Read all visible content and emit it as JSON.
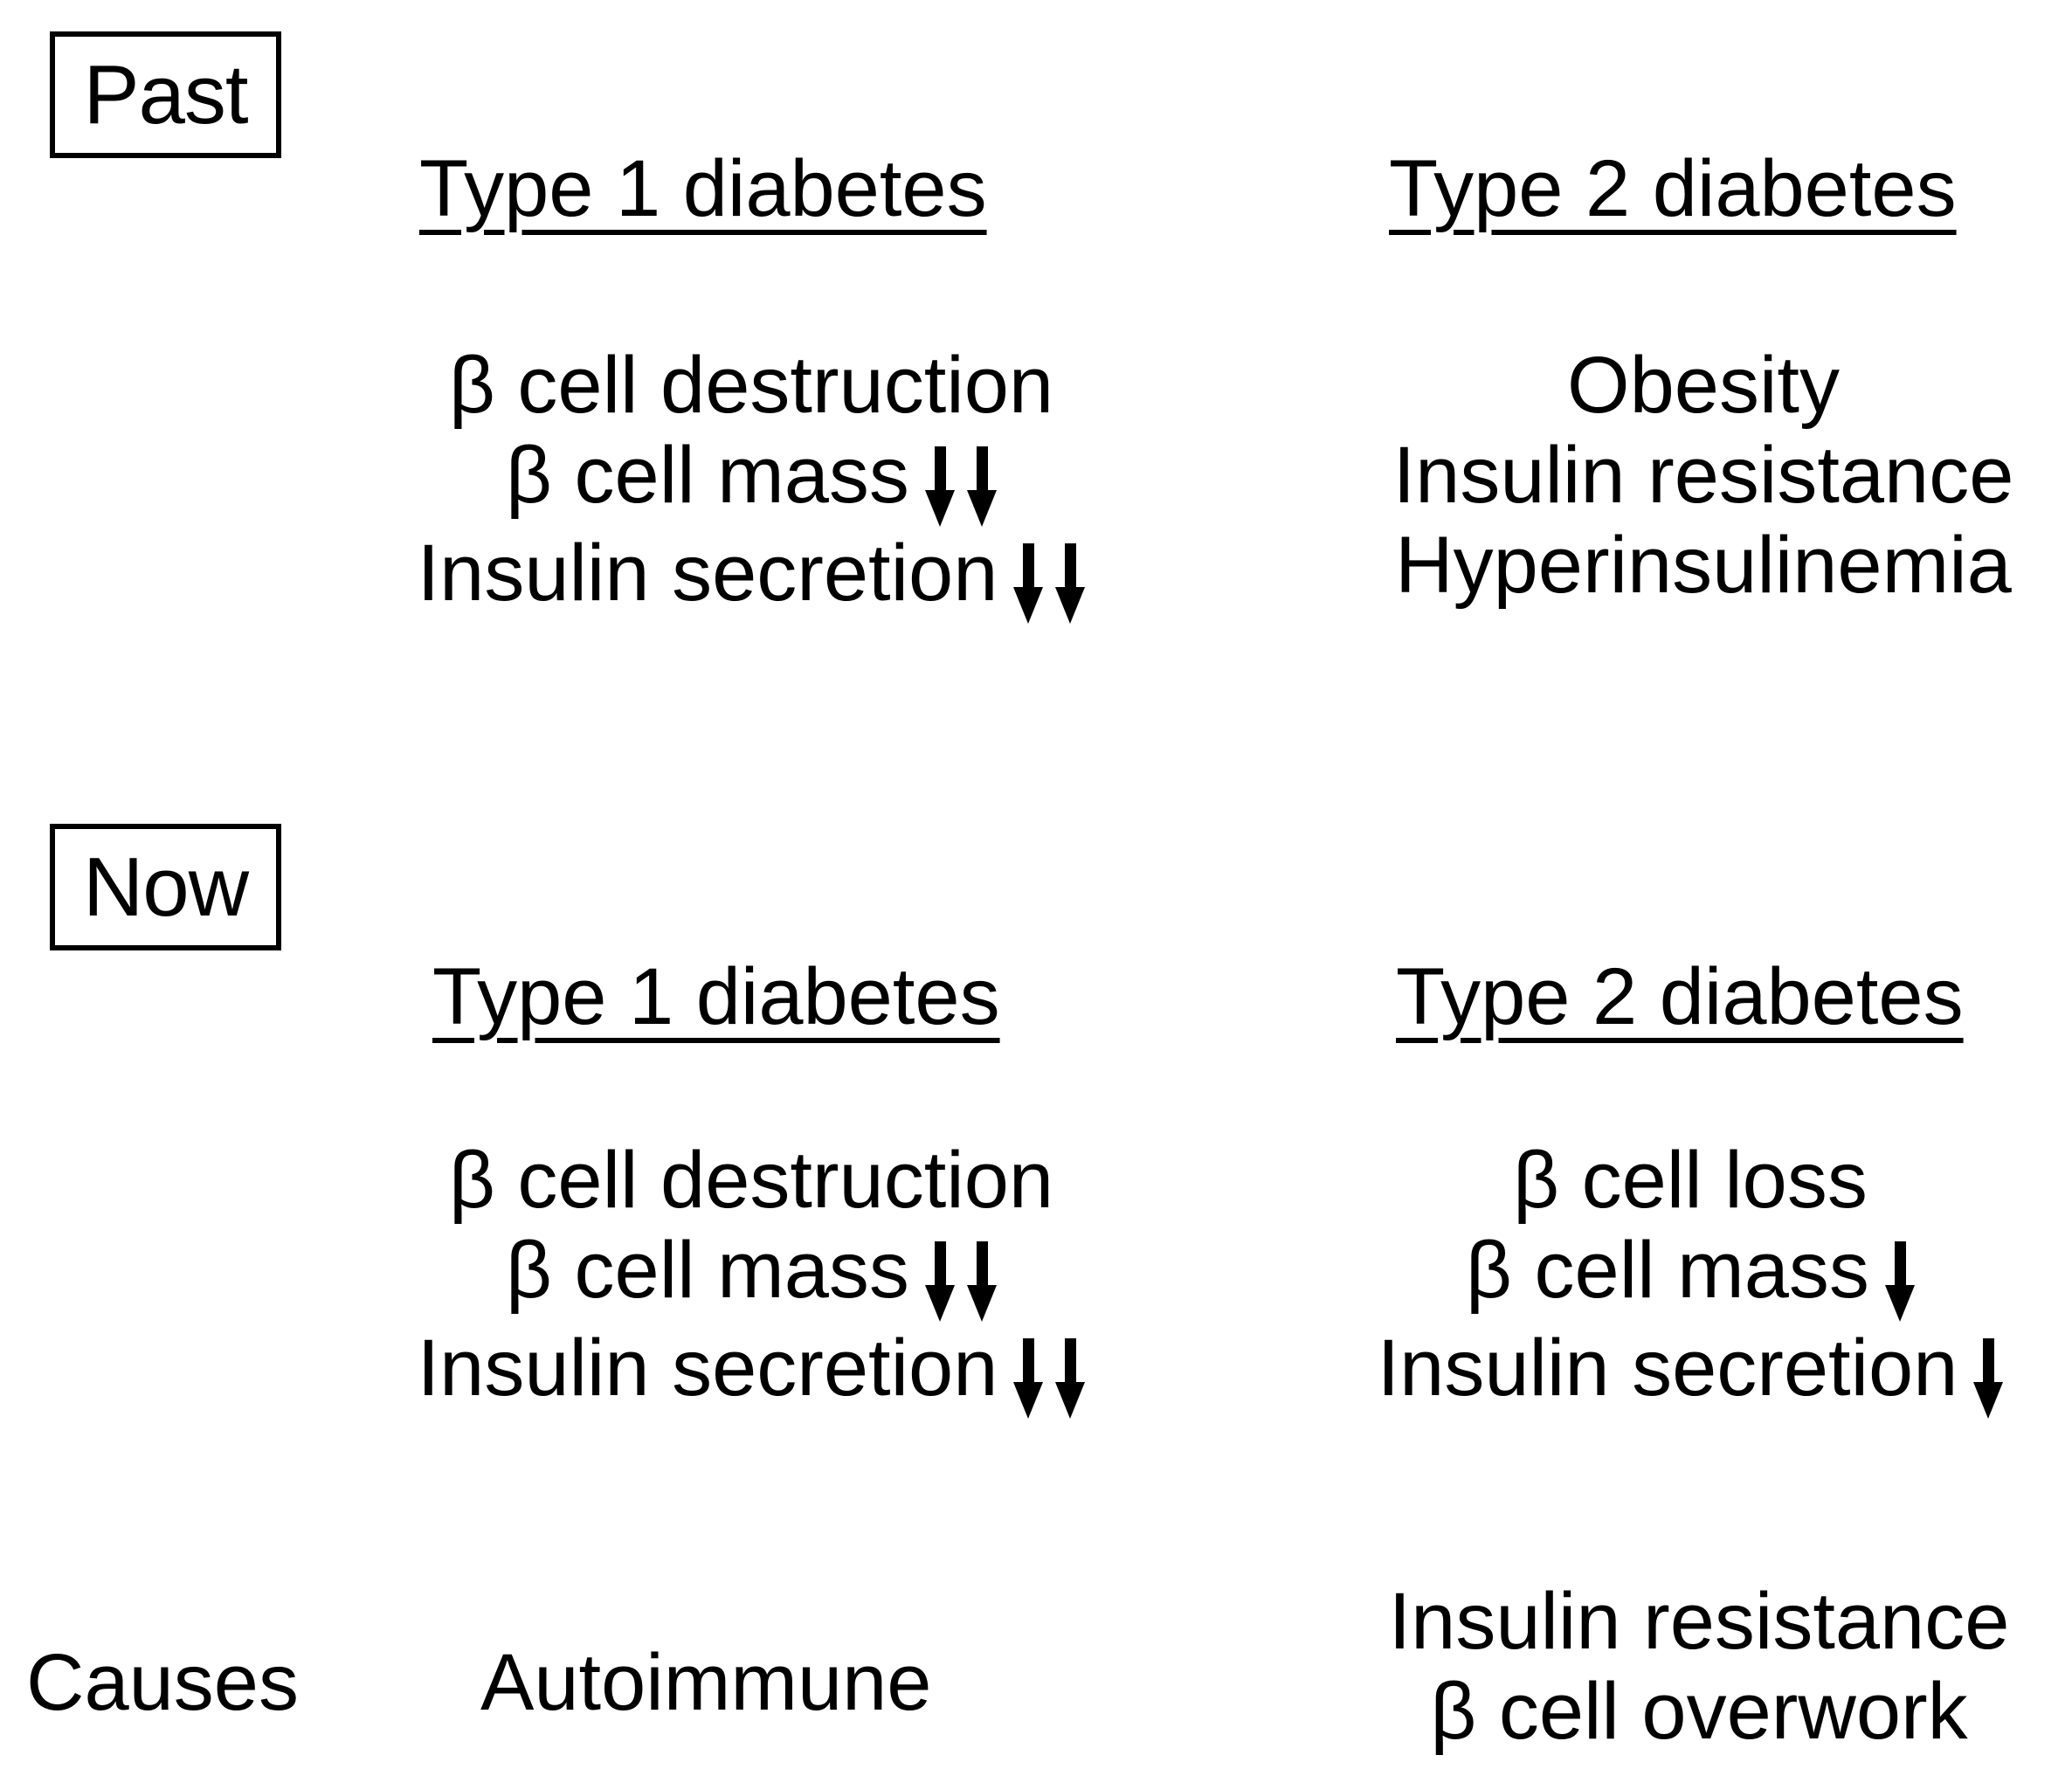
{
  "figure": {
    "background_color": "#ffffff",
    "text_color": "#000000"
  },
  "eras": {
    "past": {
      "label": "Past"
    },
    "now": {
      "label": "Now"
    }
  },
  "sections": [
    {
      "era": "Past",
      "columns": [
        {
          "heading": "Type 1 diabetes",
          "lines": [
            {
              "text": "β cell destruction",
              "arrows": 0
            },
            {
              "text": "β cell mass",
              "arrows": 2
            },
            {
              "text": "Insulin secretion",
              "arrows": 2
            }
          ]
        },
        {
          "heading": "Type 2 diabetes",
          "lines": [
            {
              "text": "Obesity",
              "arrows": 0
            },
            {
              "text": "Insulin resistance",
              "arrows": 0
            },
            {
              "text": "Hyperinsulinemia",
              "arrows": 0
            }
          ]
        }
      ]
    },
    {
      "era": "Now",
      "columns": [
        {
          "heading": "Type 1 diabetes",
          "lines": [
            {
              "text": "β cell destruction",
              "arrows": 0
            },
            {
              "text": "β cell mass",
              "arrows": 2
            },
            {
              "text": "Insulin secretion",
              "arrows": 2
            }
          ]
        },
        {
          "heading": "Type 2 diabetes",
          "lines": [
            {
              "text": "β cell loss",
              "arrows": 0
            },
            {
              "text": "β cell mass",
              "arrows": 1
            },
            {
              "text": "Insulin secretion",
              "arrows": 1
            }
          ]
        }
      ]
    }
  ],
  "causes": {
    "label": "Causes",
    "type1": "Autoimmune",
    "type2_lines": [
      "Insulin resistance",
      "β cell overwork"
    ]
  },
  "past": {
    "heading_t1": "Type 1 diabetes",
    "heading_t2": "Type 2 diabetes",
    "t1": {
      "line1": "β cell destruction",
      "line2": "β cell mass",
      "line3": "Insulin secretion"
    },
    "t2": {
      "line1": "Obesity",
      "line2": "Insulin resistance",
      "line3": "Hyperinsulinemia"
    }
  },
  "now": {
    "heading_t1": "Type 1 diabetes",
    "heading_t2": "Type 2 diabetes",
    "t1": {
      "line1": "β cell destruction",
      "line2": "β cell mass",
      "line3": "Insulin secretion"
    },
    "t2": {
      "line1": "β cell loss",
      "line2": "β cell mass",
      "line3": "Insulin secretion"
    }
  }
}
